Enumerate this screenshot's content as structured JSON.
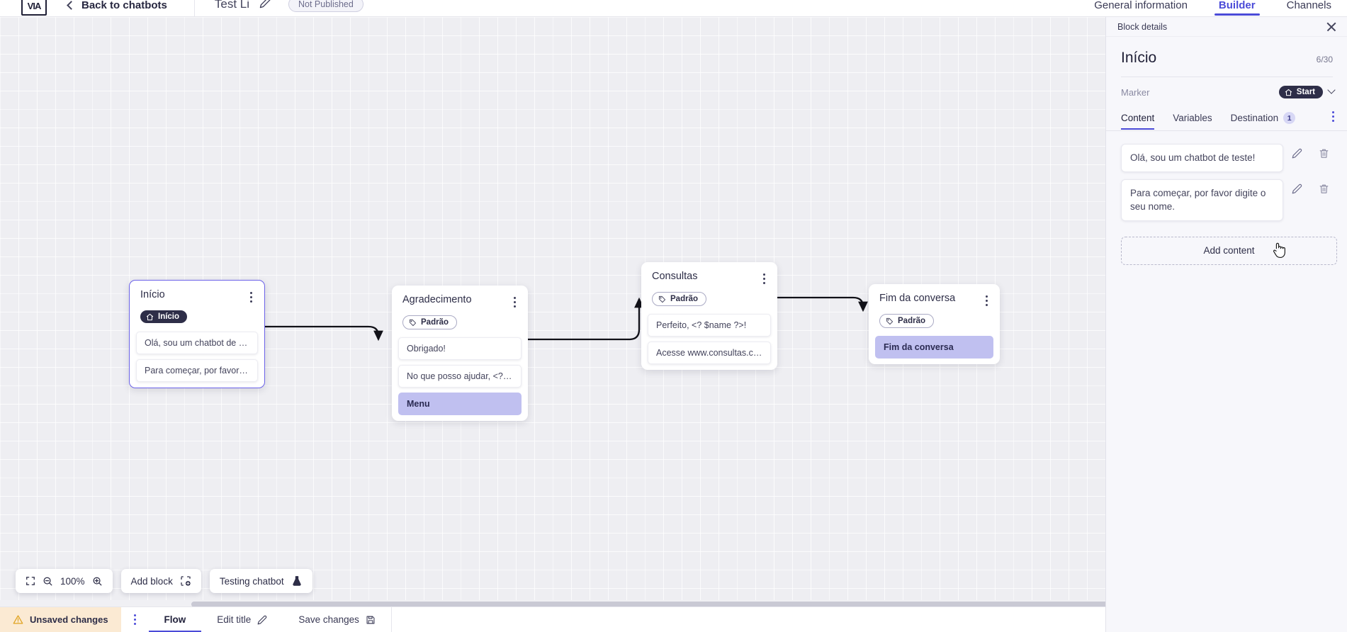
{
  "topbar": {
    "logo_glyph": "VIA",
    "back_label": "Back to chatbots",
    "bot_name": "Test Li",
    "publish_status": "Not Published",
    "tabs": [
      {
        "label": "General information",
        "active": false
      },
      {
        "label": "Builder",
        "active": true
      },
      {
        "label": "Channels",
        "active": false
      }
    ]
  },
  "canvas": {
    "zoom_level": "100%",
    "add_block_label": "Add block",
    "testing_label": "Testing chatbot",
    "nodes": [
      {
        "title": "Início",
        "tag": "Início",
        "tag_style": "dark",
        "selected": true,
        "items": [
          {
            "text": "Olá, sou um chatbot de teste!",
            "accent": false
          },
          {
            "text": "Para começar, por favor digite o ...",
            "accent": false
          }
        ]
      },
      {
        "title": "Agradecimento",
        "tag": "Padrão",
        "tag_style": "outline",
        "selected": false,
        "items": [
          {
            "text": "Obrigado!",
            "accent": false
          },
          {
            "text": "No que posso ajudar, <? $name ...",
            "accent": false
          },
          {
            "text": "Menu",
            "accent": true
          }
        ]
      },
      {
        "title": "Consultas",
        "tag": "Padrão",
        "tag_style": "outline",
        "selected": false,
        "items": [
          {
            "text": "Perfeito, <? $name ?>!",
            "accent": false
          },
          {
            "text": "Acesse www.consultas.com par...",
            "accent": false
          }
        ]
      },
      {
        "title": "Fim da conversa",
        "tag": "Padrão",
        "tag_style": "outline",
        "selected": false,
        "items": [
          {
            "text": "Fim da conversa",
            "accent": true
          }
        ]
      }
    ]
  },
  "panel": {
    "bar_label": "Block details",
    "block_title": "Início",
    "char_count": "6/30",
    "marker_label": "Marker",
    "marker_value": "Start",
    "tabs": [
      {
        "label": "Content",
        "badge": "",
        "active": true
      },
      {
        "label": "Variables",
        "badge": "",
        "active": false
      },
      {
        "label": "Destination",
        "badge": "1",
        "active": false
      }
    ],
    "content_items": [
      {
        "text": "Olá, sou um chatbot de teste!"
      },
      {
        "text": "Para começar, por favor digite o seu nome."
      }
    ],
    "add_content_label": "Add content"
  },
  "statusbar": {
    "unsaved_label": "Unsaved changes",
    "flow_label": "Flow",
    "edit_title_label": "Edit title",
    "save_label": "Save changes"
  },
  "colors": {
    "accent": "#4b4bd8",
    "node_accent": "#c0c0f0",
    "warning_bg": "#fbead3",
    "marker_dark": "#2e2e48"
  }
}
